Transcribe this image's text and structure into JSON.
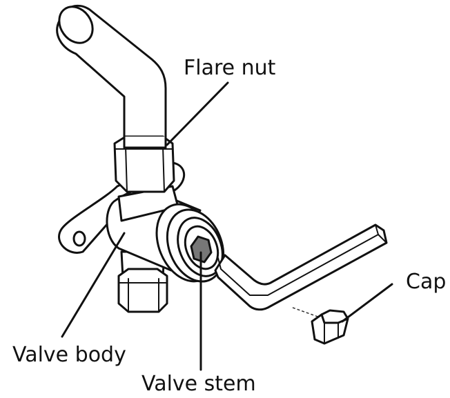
{
  "labels": {
    "flare_nut": "Flare nut",
    "valve_body": "Valve body",
    "valve_stem": "Valve stem",
    "cap": "Cap"
  },
  "colors": {
    "ink": "#111111",
    "stem": "#777777",
    "background": "#ffffff"
  }
}
